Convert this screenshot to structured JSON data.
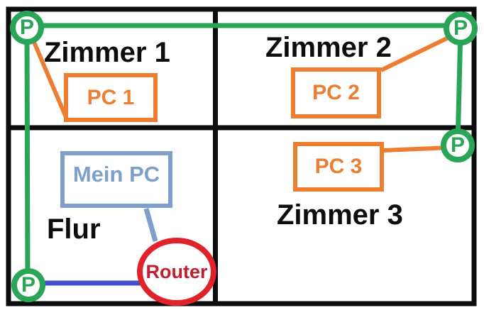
{
  "colors": {
    "wall": "#0d0d0d",
    "green": "#2aa558",
    "orange": "#ed7d31",
    "steel_blue": "#7e9fcb",
    "royal_blue": "#4350c8",
    "router_ring": "#e0232b",
    "router_text": "#bf2030",
    "background": "#ffffff"
  },
  "rooms": {
    "zimmer1": {
      "label": "Zimmer 1"
    },
    "zimmer2": {
      "label": "Zimmer 2"
    },
    "zimmer3": {
      "label": "Zimmer 3"
    },
    "flur": {
      "label": "Flur"
    }
  },
  "devices": {
    "pc1": {
      "label": "PC 1"
    },
    "pc2": {
      "label": "PC 2"
    },
    "pc3": {
      "label": "PC 3"
    },
    "mein_pc": {
      "label": "Mein PC"
    },
    "router": {
      "label": "Router"
    }
  },
  "ports": {
    "label": "P",
    "items": [
      "port-zimmer1",
      "port-zimmer2",
      "port-zimmer3",
      "port-flur"
    ]
  },
  "connections": [
    {
      "from": "port-zimmer1",
      "to": "port-zimmer2",
      "color": "green"
    },
    {
      "from": "port-zimmer1",
      "to": "port-flur",
      "color": "green"
    },
    {
      "from": "port-zimmer2",
      "to": "port-zimmer3",
      "color": "green"
    },
    {
      "from": "port-zimmer1",
      "to": "pc1",
      "color": "orange"
    },
    {
      "from": "port-zimmer2",
      "to": "pc2",
      "color": "orange"
    },
    {
      "from": "port-zimmer3",
      "to": "pc3",
      "color": "orange"
    },
    {
      "from": "port-flur",
      "to": "router",
      "color": "royal_blue"
    },
    {
      "from": "mein_pc",
      "to": "router",
      "color": "steel_blue"
    }
  ]
}
